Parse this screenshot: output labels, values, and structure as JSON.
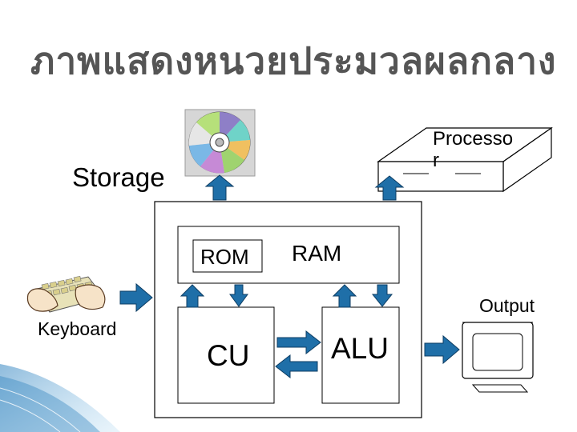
{
  "title": "ภาพแสดงหนวยประมวลผลกลาง",
  "labels": {
    "storage": "Storage",
    "processor_line1": "Processo",
    "processor_line2": "r",
    "rom": "ROM",
    "ram": "RAM",
    "output": "Output",
    "keyboard": "Keyboard",
    "cu": "CU",
    "alu": "ALU"
  },
  "colors": {
    "arrow_fill": "#1f6fa8",
    "arrow_stroke": "#0d3d63",
    "title": "#555555",
    "corner_accent": "#1a75b8"
  },
  "icons": [
    "cd-disc-icon",
    "hands-on-keyboard-icon",
    "monitor-icon",
    "processor-case-icon"
  ]
}
